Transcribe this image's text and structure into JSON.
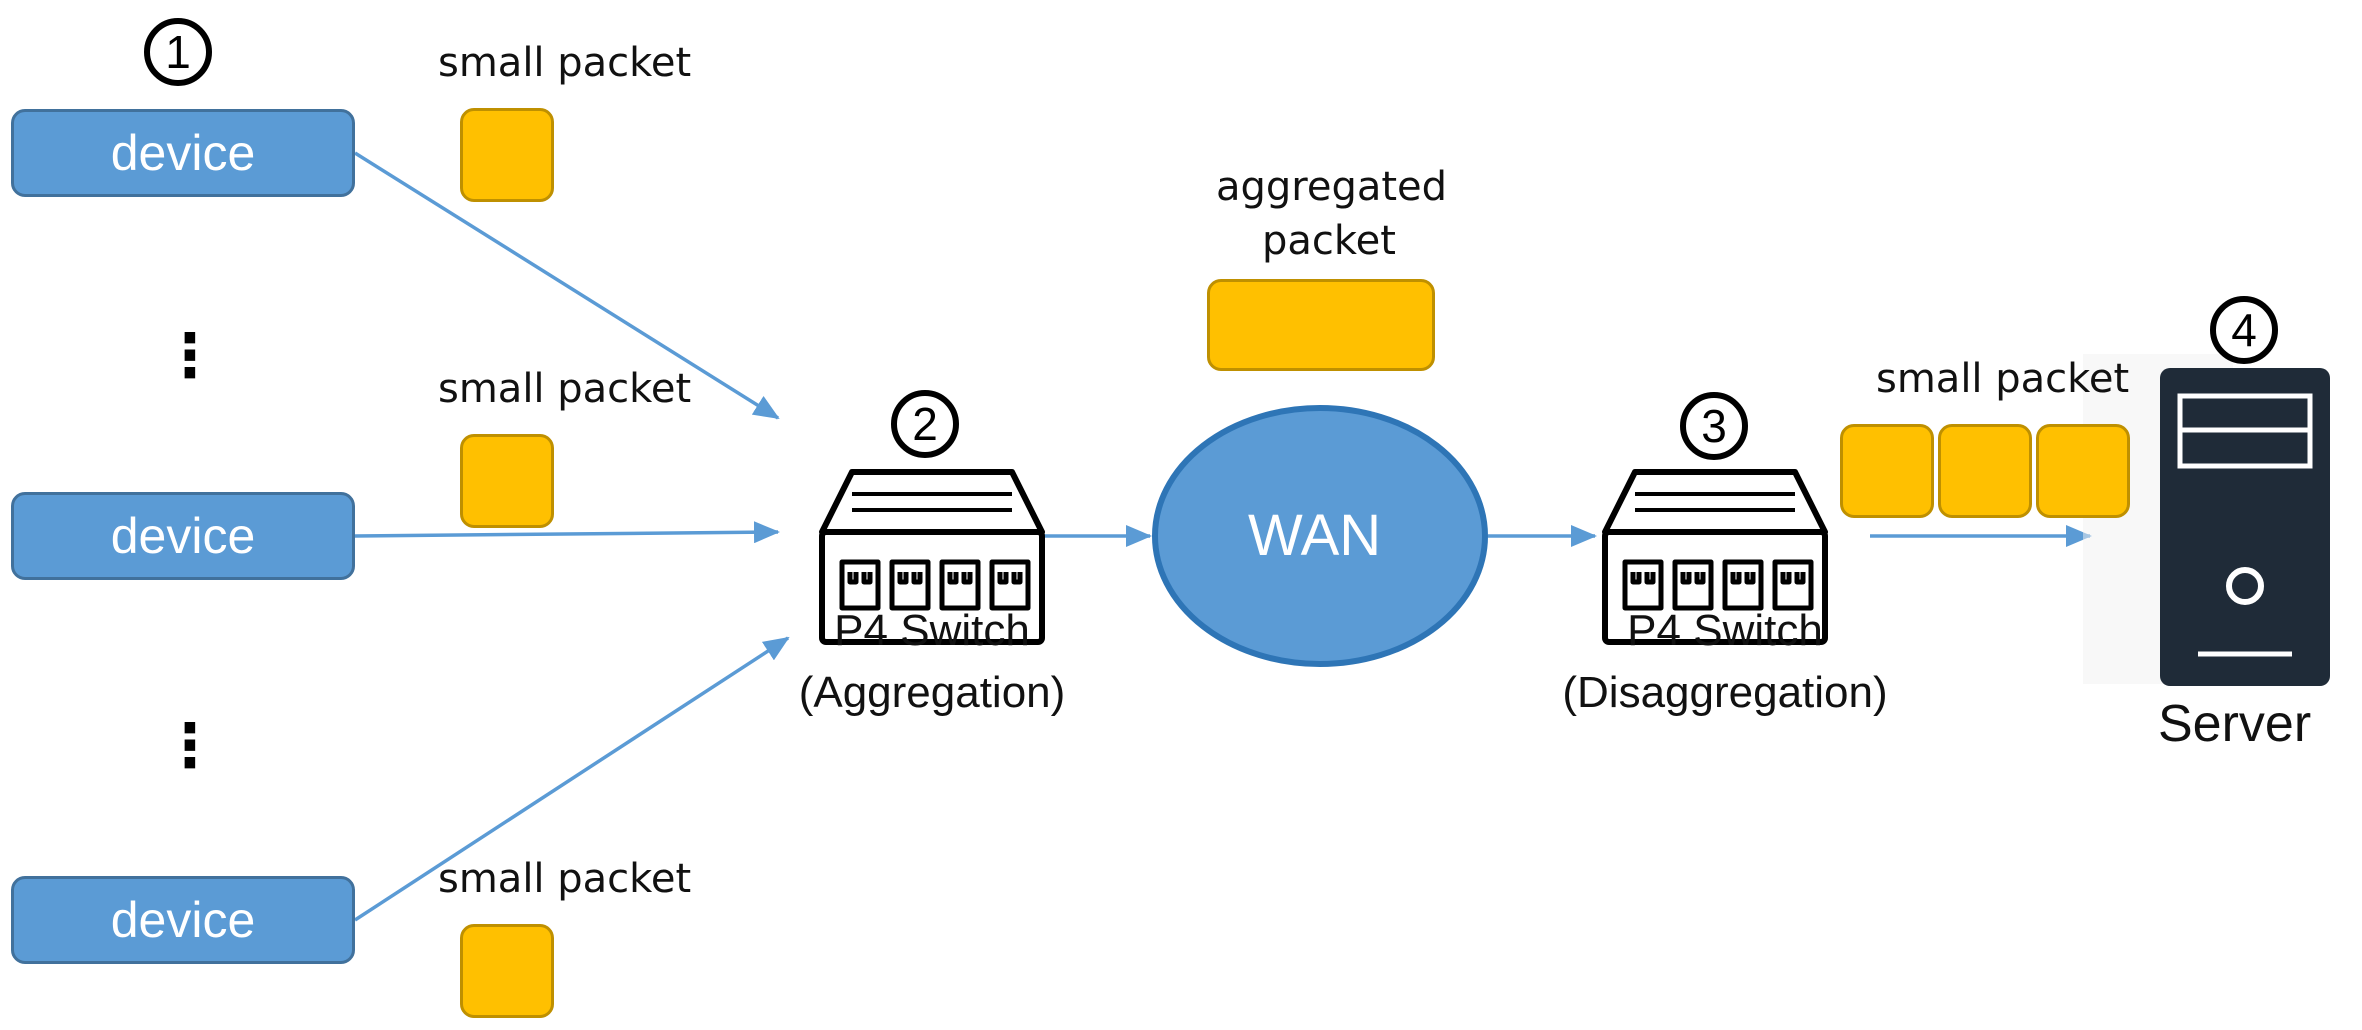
{
  "devices": [
    {
      "label": "device",
      "step": "1"
    },
    {
      "label": "device"
    },
    {
      "label": "device"
    }
  ],
  "ellipsis": "⋮",
  "packets": {
    "small_top": "small packet",
    "small_mid": "small packet",
    "small_bottom": "small packet",
    "aggregated_line1": "aggregated",
    "aggregated_line2": "packet",
    "small_right": "small packet"
  },
  "switches": {
    "aggregation": {
      "step": "2",
      "line1": "P4 Switch",
      "line2": "(Aggregation)"
    },
    "disaggregation": {
      "step": "3",
      "line1": "P4 Switch",
      "line2": "(Disaggregation)"
    }
  },
  "wan": {
    "label": "WAN"
  },
  "server": {
    "step": "4",
    "label": "Server"
  },
  "colors": {
    "device_fill": "#5b9bd5",
    "device_border": "#41719c",
    "packet_fill": "#ffc000",
    "packet_border": "#bf9000",
    "arrow": "#5b9bd5",
    "server": "#1f2b38"
  }
}
